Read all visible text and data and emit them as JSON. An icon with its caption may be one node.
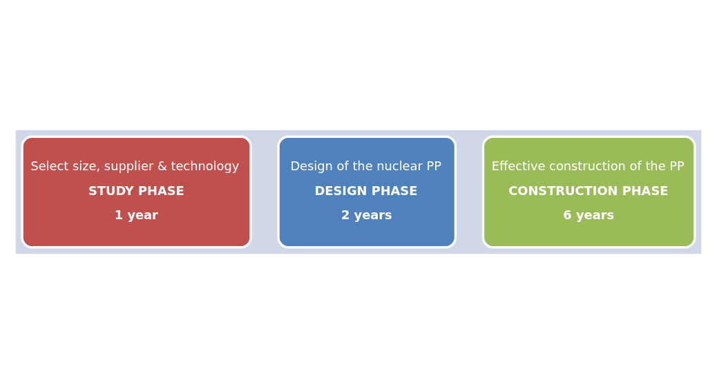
{
  "diagram": {
    "nodes": [
      {
        "text": [],
        "shape": "arrow"
      },
      {
        "text": [
          "Select size, supplier & technology",
          "STUDY PHASE",
          "1 year"
        ],
        "in": 0
      },
      {
        "text": [
          "Design of the nuclear PP",
          "DESIGN PHASE",
          "2 years"
        ],
        "in": 0
      },
      {
        "text": [
          "Effective construction of the PP",
          "CONSTRUCTION PHASE",
          "6 years"
        ],
        "in": 0
      }
    ]
  }
}
